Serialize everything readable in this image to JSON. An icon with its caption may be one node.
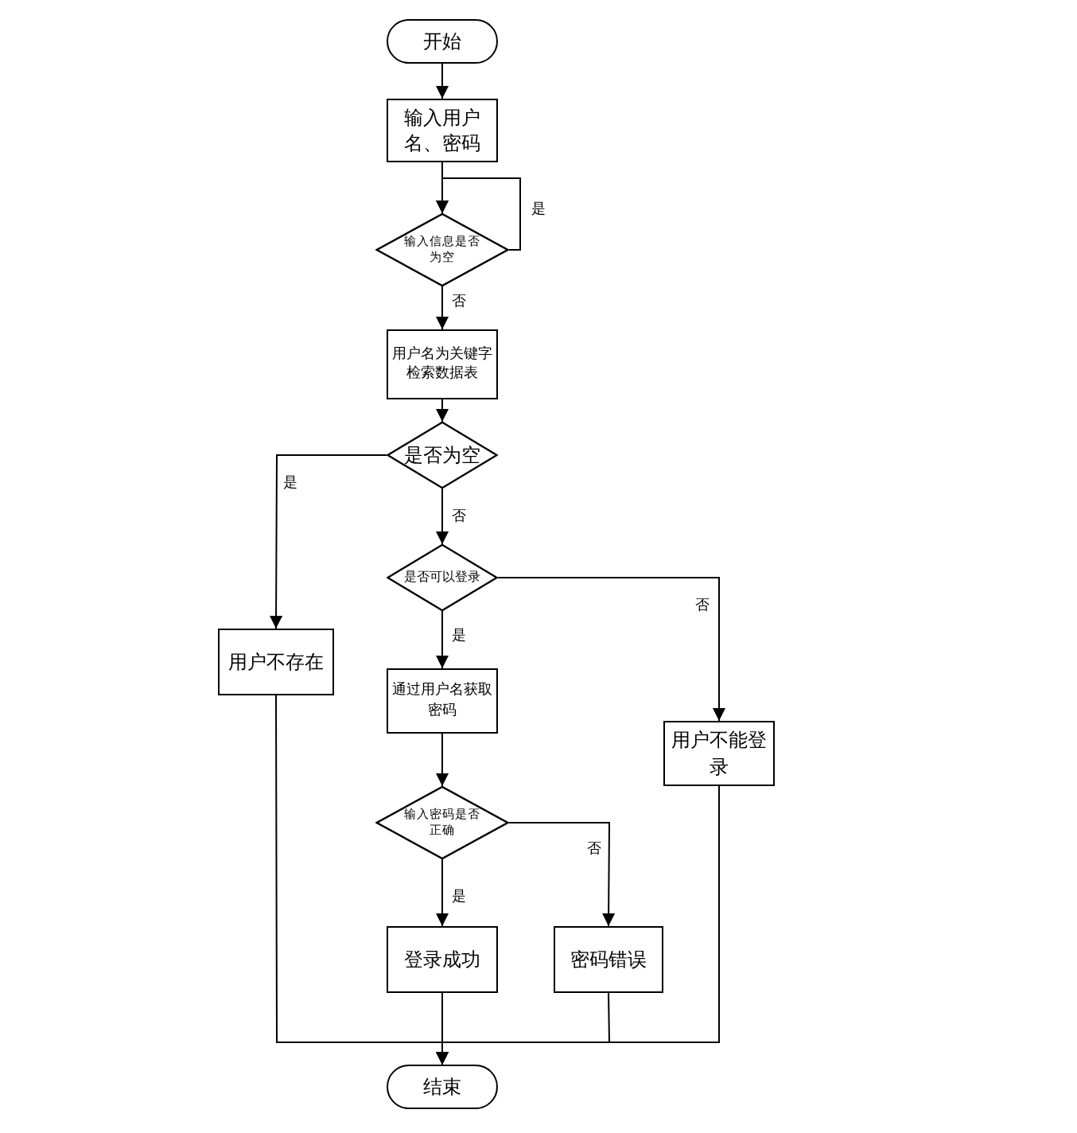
{
  "diagram": {
    "nodes": [
      {
        "text": [
          "开始"
        ]
      },
      {
        "text": [
          "输入用户名、密码"
        ]
      },
      {
        "text": [
          "输入信息是否为空"
        ]
      },
      {
        "text": [
          "用户名为关键字检索数据表"
        ]
      },
      {
        "text": [
          "是否为空"
        ]
      },
      {
        "text": [
          "用户不存在"
        ]
      },
      {
        "text": [
          "是否可以登录"
        ]
      },
      {
        "text": [
          "通过用户名获取密码"
        ]
      },
      {
        "text": [
          "用户不能登录"
        ]
      },
      {
        "text": [
          "输入密码是否正确"
        ]
      },
      {
        "text": [
          "登录成功"
        ]
      },
      {
        "text": [
          "密码错误"
        ]
      },
      {
        "text": [
          "结束"
        ]
      }
    ],
    "edges": [
      {
        "from": 0,
        "to": 1,
        "arrow": "to"
      },
      {
        "from": 1,
        "to": 2,
        "arrow": "to"
      },
      {
        "from": 2,
        "to": 2,
        "arrow": "to",
        "label": "是"
      },
      {
        "from": 2,
        "to": 3,
        "arrow": "to",
        "label": "否"
      },
      {
        "from": 3,
        "to": 4,
        "arrow": "to"
      },
      {
        "from": 4,
        "to": 5,
        "arrow": "to",
        "label": "是"
      },
      {
        "from": 4,
        "to": 6,
        "arrow": "to",
        "label": "否"
      },
      {
        "from": 6,
        "to": 7,
        "arrow": "to",
        "label": "是"
      },
      {
        "from": 6,
        "to": 8,
        "arrow": "to",
        "label": "否"
      },
      {
        "from": 7,
        "to": 9,
        "arrow": "to"
      },
      {
        "from": 9,
        "to": 10,
        "arrow": "to",
        "label": "是"
      },
      {
        "from": 9,
        "to": 11,
        "arrow": "to",
        "label": "否"
      },
      {
        "from": 5,
        "to": 12,
        "arrow": "to"
      },
      {
        "from": 10,
        "to": 12,
        "arrow": "to"
      },
      {
        "from": 11,
        "to": 12,
        "arrow": "to"
      },
      {
        "from": 8,
        "to": 12,
        "arrow": "to"
      }
    ]
  }
}
